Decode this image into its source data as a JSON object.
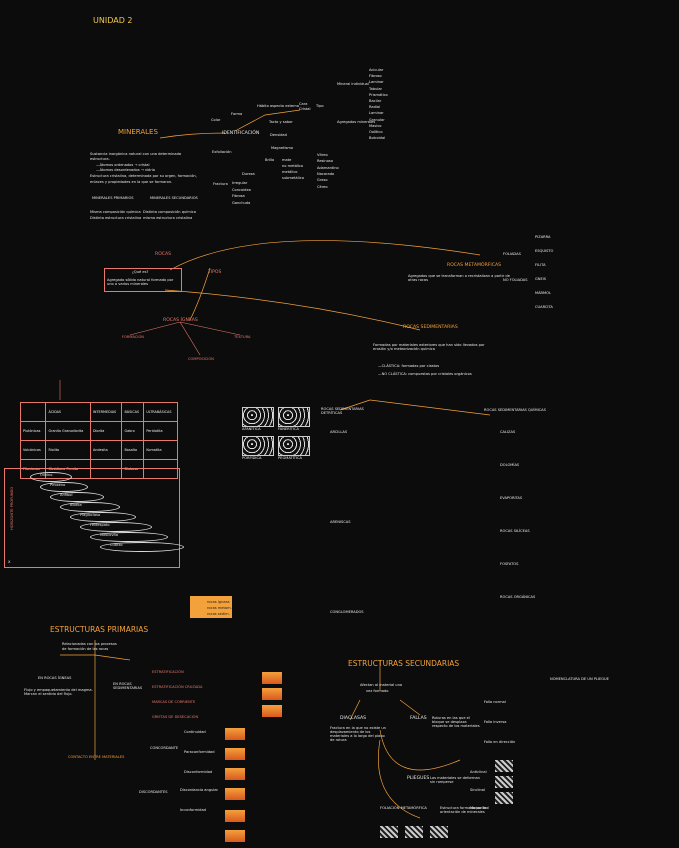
{
  "header": {
    "unit": "UNIDAD 2"
  },
  "minerales": {
    "title": "MINERALES",
    "def": [
      "Sustancia inorgánica natural con una determinada",
      "estructura.",
      "—Átomos ordenados → cristal",
      "—Átomos desordenados → vidrio",
      "Estructura cristalina, determinada por su orgen, formación,",
      "enlaces y propiedades en la que se formaron."
    ],
    "types": [
      {
        "name": "MINERALES PRIMARIOS",
        "desc": "Misma composición química"
      },
      {
        "name": "MINERALES SECUNDARIOS",
        "desc": "Distinta composición química"
      }
    ],
    "types_desc2": [
      "Distinta estructura cristalina",
      "misma estructura cristalina"
    ],
    "ident": "IDENTIFICACIÓN",
    "props": [
      "Color",
      "Forma",
      "Hábito aspecto externo",
      "Tacto y sabor",
      "Dureza",
      "Exfoliación",
      "Fractura",
      "Brillo",
      "Densidad",
      "Magnetismo"
    ],
    "habito": [
      "Cara",
      "Cristal",
      "Tipo"
    ],
    "hab_groups": [
      "Mineral individual",
      "Agregados minerales"
    ],
    "hab_list": [
      "Acicular",
      "Fibroso",
      "Laminar",
      "Tabular",
      "Prismático",
      "Bacilar",
      "Radial",
      "Laminar",
      "Granular",
      "Masivo",
      "Oolítico",
      "Botroidal"
    ],
    "brillo": [
      "mate",
      "no metálico",
      "metálico",
      "submetálico"
    ],
    "brillo_list": [
      "Vítreo",
      "Resinoso",
      "Adamantino",
      "Nacarado",
      "Graso",
      "Céreo"
    ],
    "fractura": [
      "Irregular",
      "Concoidea",
      "Fibrosa",
      "Ganchuda"
    ]
  },
  "rocas": {
    "title": "ROCAS",
    "q": "¿Qué es?",
    "def": "Agregado sólido natural formado por uno o varios minerales",
    "tipos": "TIPOS",
    "igneas": "ROCAS ÍGNEAS",
    "ig_cols": [
      "FORMACIÓN",
      "COMPOSICIÓN",
      "TEXTURA"
    ],
    "meta": "ROCAS METAMÓRFICAS",
    "meta_def": "Agregados que se transforman o recristalizan a partir de otras rocas",
    "foliadas": "FOLIADAS",
    "no_foliadas": "NO FOLIADAS",
    "meta_rocks": [
      "PIZARRA",
      "ESQUISTO",
      "FILITA",
      "GNEIS",
      "MÁRMOL",
      "CUARCITA"
    ],
    "sed": "ROCAS SEDIMENTARIAS",
    "sed_def": "Formadas por materiales exteriores que han sido llevados por erosión y/o meteorización química",
    "sed_class": [
      "—CLÁSTICA: formadas por clastos",
      "—NO CLÁSTICA: compuestas por cristales orgánicos"
    ],
    "detriticas": "ROCAS SEDIMENTARIAS DETRÍTICAS",
    "quimicas": "ROCAS SEDIMENTARIAS QUÍMICAS",
    "det_items": [
      "ARCILLAS",
      "ARENISCAS",
      "CONGLOMERADOS"
    ],
    "quim_items": [
      "CALIZAS",
      "DOLOMÍAS",
      "EVAPORITAS",
      "ROCAS SILÍCEAS",
      "FOSFATOS",
      "ROCAS ORGÁNICAS"
    ],
    "textures": [
      "AFANÍTICA",
      "FANERÍTICA",
      "PORFÍDICA",
      "PEGMATÍTICA"
    ]
  },
  "rock_table": {
    "headers": [
      "",
      "ÁCIDAS",
      "INTERMEDIAS",
      "BÁSICAS",
      "ULTRABÁSICAS"
    ],
    "rows": [
      [
        "Plutónicas",
        "Granito Granodiorita",
        "Diorita",
        "Gabro",
        "Peridotita"
      ],
      [
        "Volcánicas",
        "Riolita",
        "Andesita",
        "Basalto",
        "Komatita"
      ],
      [
        "Filonianas",
        "Obsidiana Pumita",
        "",
        "Diabasa",
        ""
      ]
    ]
  },
  "bowen": {
    "side": "HORIZONTE PROFUNDO",
    "items": [
      "Olivino",
      "Piroxeno",
      "Anfíbol",
      "Biotita",
      "Plagioclasa",
      "Feldespato",
      "Moscovita",
      "Cuarzo"
    ],
    "x": "X"
  },
  "legend": [
    "rocas ígneas",
    "rocas metam.",
    "rocas sedim."
  ],
  "ep": {
    "title": "ESTRUCTURAS PRIMARIAS",
    "def": [
      "Relacionadas con los procesos",
      "de formación de las rocas"
    ],
    "ign": "EN ROCAS ÍGNEAS",
    "ign_def": "Flujo y empaquetamiento del magma. Marcan el sentido del flujo.",
    "sed": "EN ROCAS SEDIMENTARIAS",
    "strat": [
      "ESTRATIFICACIÓN",
      "ESTRATIFICACIÓN CRUZADA",
      "MARCAS DE CORRIENTE",
      "GRIETAS DE DESECACIÓN"
    ],
    "contactos": "CONTACTO ENTRE MATERIALES",
    "conc": "CONCORDANTE",
    "disc": "DISCORDANTES",
    "conc_items": [
      "Continuidad",
      "Paraconformidad",
      "Disconformidad"
    ],
    "disc_items": [
      "Discordancia angular",
      "Inconformidad"
    ]
  },
  "es": {
    "title": "ESTRUCTURAS SECUNDARIAS",
    "def": [
      "Afectan al material una",
      "vez formado"
    ],
    "diaclasas": "DIACLASAS",
    "dia_def": "Fractura en la que no existe un desplazamiento de los materiales a lo largo del plano de rotura",
    "fallas": "FALLAS",
    "fallas_def": "Roturas en las que el bloque se desplaza respecto de los materiales",
    "pliegues": "PLIEGUES",
    "pliegues_def": "Los materiales se deforman sin romperse",
    "foliacion": "FOLIACIÓN METAMÓRFICA",
    "fol_def": "Estructura formada por la orientación de minerales",
    "fold_types": [
      "Anticlinal",
      "Sinclinal",
      "Monoclinal"
    ],
    "fault_types": [
      "Falla normal",
      "Falla inversa",
      "Falla en dirección"
    ],
    "nomenclature": "NOMENCLATURA DE UN PLIEGUE"
  }
}
